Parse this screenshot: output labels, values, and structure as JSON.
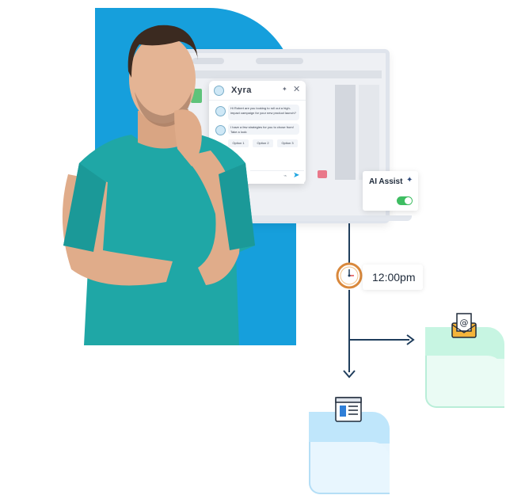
{
  "chat": {
    "brand": "Xyra",
    "message1": "Hi Robert are you looking to roll out a high-impact campaign for your new product launch?",
    "message2": "I have a few strategies for you to chose from! Take a look:",
    "options": [
      "Option 1",
      "Option 2",
      "Option 3"
    ]
  },
  "ai_assist": {
    "label": "AI Assist",
    "toggle_on": true
  },
  "schedule": {
    "time": "12:00pm"
  },
  "colors": {
    "brand_blue": "#169fdc",
    "flow_line": "#1f3d5c",
    "green_card": "#c7f5e2",
    "blue_card": "#bfe6fb",
    "toggle_green": "#3ebd62"
  },
  "icons": {
    "clock": "clock-icon",
    "mail": "email-icon",
    "newsletter": "newsletter-icon",
    "sparkle": "sparkle-icon",
    "close": "close-icon",
    "send": "send-icon",
    "attach": "paperclip-icon"
  }
}
